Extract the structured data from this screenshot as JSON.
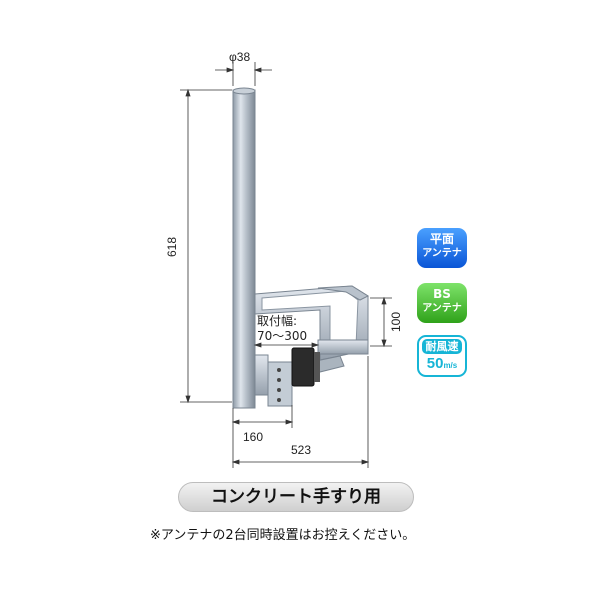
{
  "product": {
    "title": "コンクリート手すり用",
    "note": "※アンテナの2台同時設置はお控えください。"
  },
  "dimensions": {
    "pipe_diameter": "φ38",
    "height": "618",
    "bracket_height": "100",
    "clamp_range_label": "取付幅:",
    "clamp_range_value": "70～300",
    "offset_160": "160",
    "depth_523": "523"
  },
  "badges": {
    "flat": {
      "line1": "平面",
      "line2": "アンテナ",
      "color": "#0a55d6"
    },
    "bs": {
      "line1": "BS",
      "line2": "アンテナ",
      "color": "#2fa21a"
    },
    "wind": {
      "line1": "耐風速",
      "line2": "50",
      "unit": "m/s",
      "color": "#16b5d6"
    }
  }
}
